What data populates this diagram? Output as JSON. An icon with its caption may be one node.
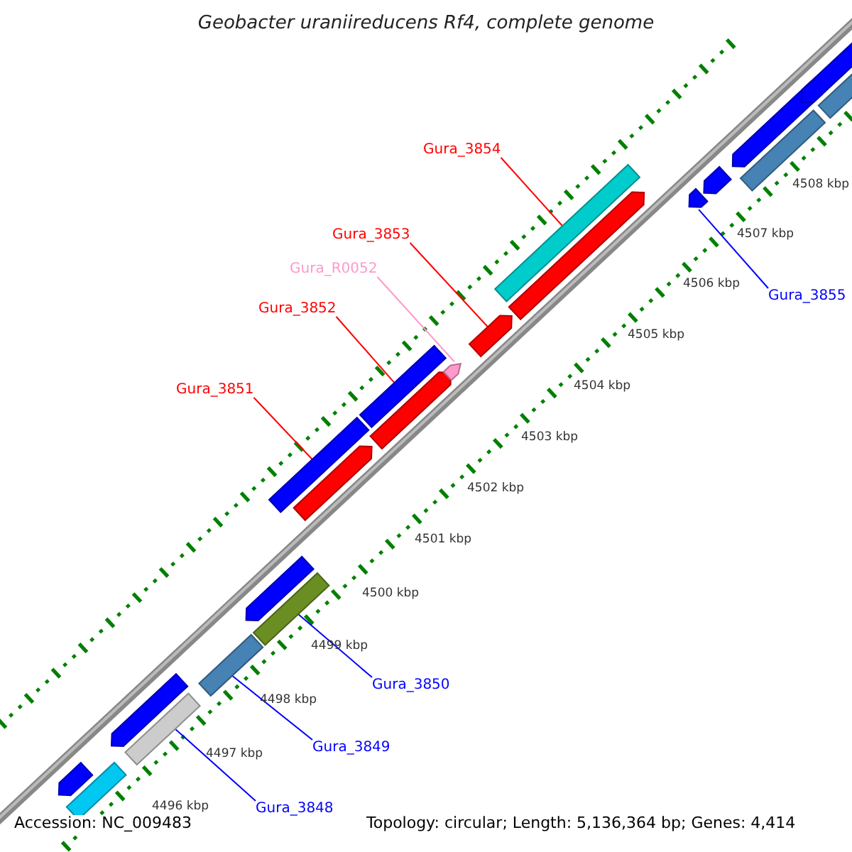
{
  "diagram": {
    "title": "Geobacter uraniireducens Rf4, complete genome",
    "nodes": [
      {
        "text": [
          "Gura_3854"
        ]
      },
      {
        "text": [
          "Gura_3853"
        ]
      },
      {
        "text": [
          "Gura_R0052"
        ]
      },
      {
        "text": [
          "Gura_3852"
        ]
      },
      {
        "text": [
          "Gura_3851"
        ]
      },
      {
        "text": [
          "Gura_3855"
        ]
      },
      {
        "text": [
          "Gura_3850"
        ]
      },
      {
        "text": [
          "Gura_3849"
        ]
      },
      {
        "text": [
          "Gura_3848"
        ]
      },
      {
        "text": [],
        "shape": "arrow"
      },
      {
        "text": [],
        "shape": "box"
      },
      {
        "text": [],
        "shape": "arrow"
      },
      {
        "text": [],
        "shape": "box"
      },
      {
        "text": [],
        "shape": "box"
      },
      {
        "text": [],
        "shape": "arrow"
      },
      {
        "text": [],
        "shape": "box"
      },
      {
        "text": [],
        "shape": "box"
      },
      {
        "text": [],
        "shape": "arrow"
      },
      {
        "text": [],
        "shape": "box"
      },
      {
        "text": [],
        "shape": "arrow"
      },
      {
        "text": [],
        "shape": "arrow"
      },
      {
        "text": [],
        "shape": "arrow"
      },
      {
        "text": [],
        "shape": "box"
      },
      {
        "text": [],
        "shape": "arrow"
      },
      {
        "text": [],
        "shape": "arrow"
      },
      {
        "text": [],
        "shape": "arrow"
      },
      {
        "text": [],
        "shape": "arrow"
      },
      {
        "text": [],
        "shape": "box"
      },
      {
        "text": [],
        "shape": "arrow"
      },
      {
        "text": [],
        "shape": "box"
      }
    ],
    "edges": [
      {
        "from": 0,
        "to": 22,
        "arrow": "none",
        "color": "#ff0000"
      },
      {
        "from": 1,
        "to": 21,
        "arrow": "none",
        "color": "#ff0000"
      },
      {
        "from": 2,
        "to": 20,
        "arrow": "none",
        "color": "#ff99cc"
      },
      {
        "from": 3,
        "to": 18,
        "arrow": "none",
        "color": "#ff0000"
      },
      {
        "from": 4,
        "to": 16,
        "arrow": "none",
        "color": "#ff0000"
      },
      {
        "from": 5,
        "to": 24,
        "arrow": "none",
        "color": "#0000ff"
      },
      {
        "from": 6,
        "to": 15,
        "arrow": "none",
        "color": "#0000ff"
      },
      {
        "from": 7,
        "to": 13,
        "arrow": "none",
        "color": "#0000ff"
      },
      {
        "from": 8,
        "to": 12,
        "arrow": "none",
        "color": "#0000ff"
      }
    ],
    "labels": [
      "4508 kbp",
      "4507 kbp",
      "4506 kbp",
      "4505 kbp",
      "4504 kbp",
      "4503 kbp",
      "4502 kbp",
      "4501 kbp",
      "4500 kbp",
      "4499 kbp",
      "4498 kbp",
      "4497 kbp",
      "4496 kbp",
      "Accession: NC_009483",
      "Topology: circular; Length: 5,136,364 bp; Genes: 4,414"
    ]
  }
}
